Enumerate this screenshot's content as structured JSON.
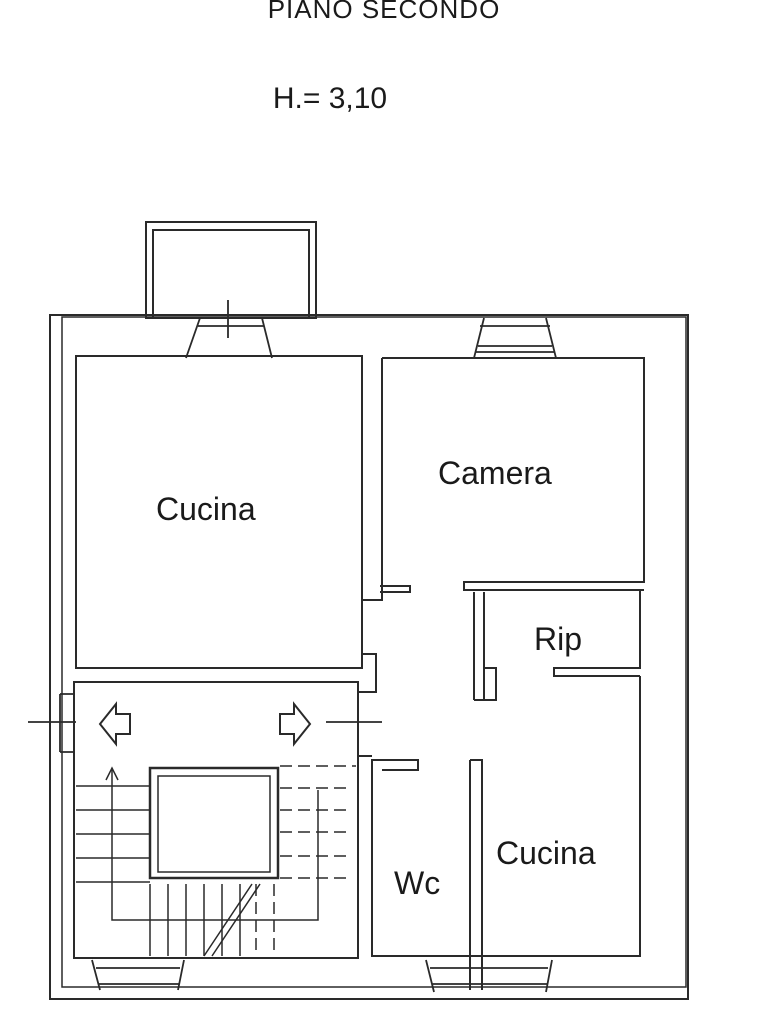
{
  "header": {
    "title": "PIANO SECONDO",
    "height": "H.= 3,10"
  },
  "rooms": [
    {
      "label": "Cucina"
    },
    {
      "label": "Camera"
    },
    {
      "label": "Rip"
    },
    {
      "label": "Cucina"
    },
    {
      "label": "Wc"
    }
  ],
  "colors": {
    "line": "#2a2a2a",
    "background": "#ffffff"
  }
}
